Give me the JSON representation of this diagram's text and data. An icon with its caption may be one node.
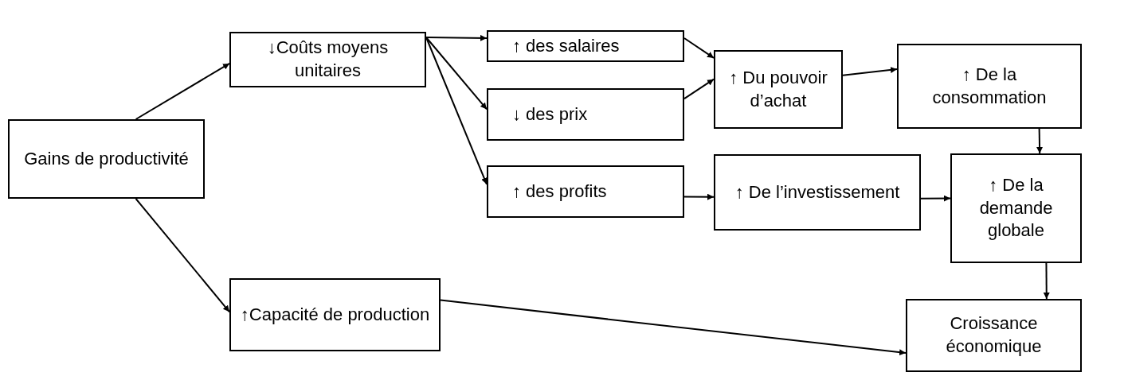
{
  "diagram": {
    "nodes": [
      {
        "text": [
          "Gains de productivité"
        ]
      },
      {
        "text": [
          "↓Coûts moyens unitaires"
        ]
      },
      {
        "text": [
          "↑ des salaires"
        ]
      },
      {
        "text": [
          "↓ des prix"
        ]
      },
      {
        "text": [
          "↑ des profits"
        ]
      },
      {
        "text": [
          "↑ Du pouvoir d’achat"
        ]
      },
      {
        "text": [
          "↑ De la consommation"
        ]
      },
      {
        "text": [
          "↑ De l’investissement"
        ]
      },
      {
        "text": [
          "↑ De la demande globale"
        ]
      },
      {
        "text": [
          "↑Capacité de production"
        ]
      },
      {
        "text": [
          "Croissance économique"
        ]
      }
    ],
    "edges": [
      {
        "from": 0,
        "to": 1,
        "arrow": "to"
      },
      {
        "from": 0,
        "to": 9,
        "arrow": "to"
      },
      {
        "from": 1,
        "to": 2,
        "arrow": "to"
      },
      {
        "from": 1,
        "to": 3,
        "arrow": "to"
      },
      {
        "from": 1,
        "to": 4,
        "arrow": "to"
      },
      {
        "from": 2,
        "to": 5,
        "arrow": "to"
      },
      {
        "from": 3,
        "to": 5,
        "arrow": "to"
      },
      {
        "from": 5,
        "to": 6,
        "arrow": "to"
      },
      {
        "from": 4,
        "to": 7,
        "arrow": "to"
      },
      {
        "from": 7,
        "to": 8,
        "arrow": "to"
      },
      {
        "from": 6,
        "to": 8,
        "arrow": "to"
      },
      {
        "from": 8,
        "to": 10,
        "arrow": "to"
      },
      {
        "from": 9,
        "to": 10,
        "arrow": "to"
      }
    ]
  }
}
